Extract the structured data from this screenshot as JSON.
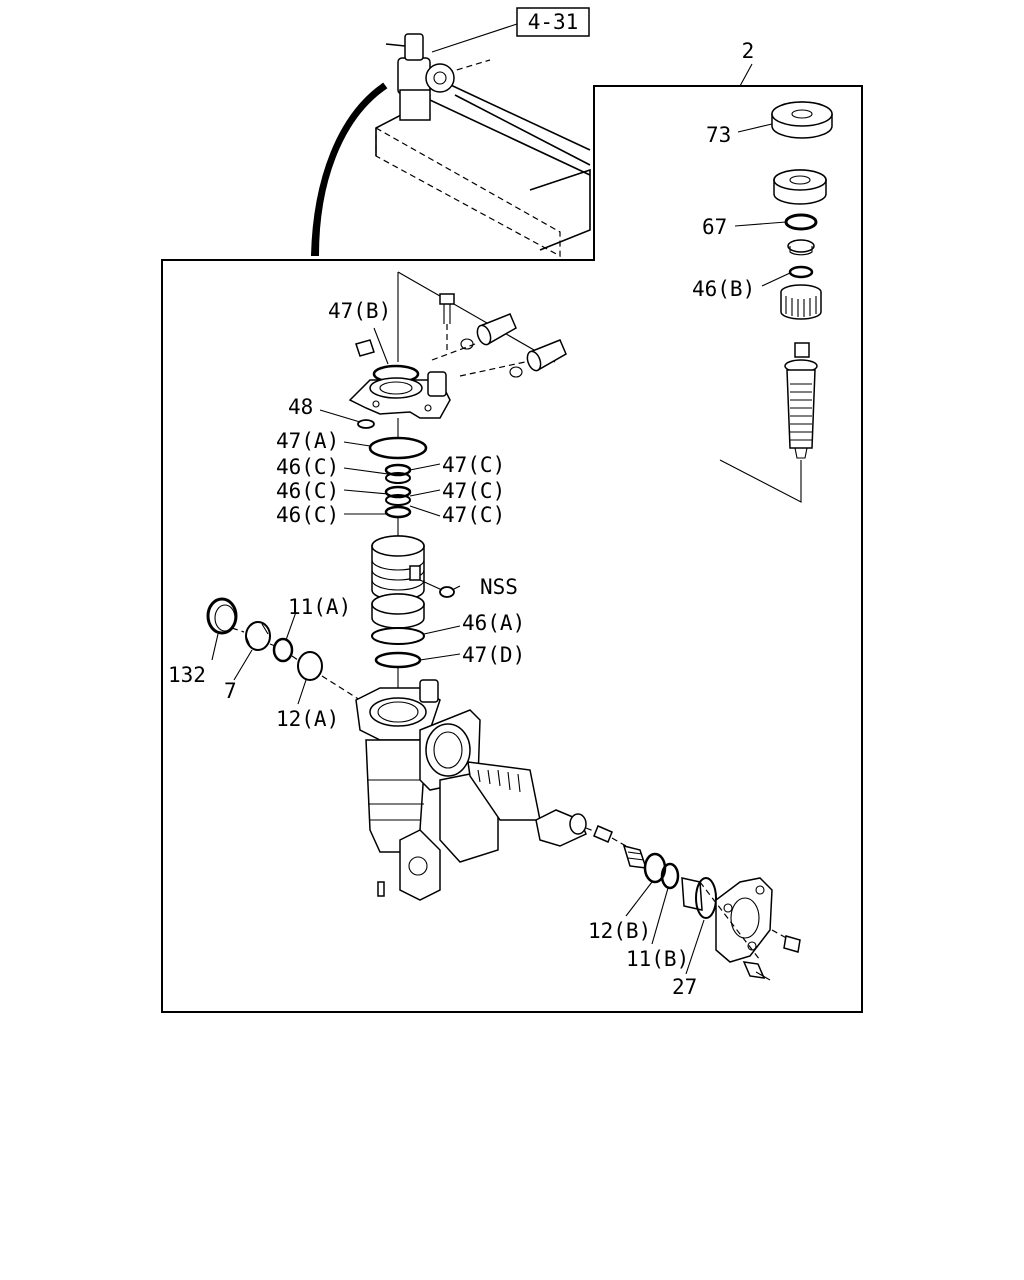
{
  "ref": "4-31",
  "box_label": "2",
  "callouts": {
    "c73": "73",
    "c67": "67",
    "c46b": "46(B)",
    "c47b": "47(B)",
    "c48": "48",
    "c47a": "47(A)",
    "c46c_1": "46(C)",
    "c46c_2": "46(C)",
    "c46c_3": "46(C)",
    "c47c_1": "47(C)",
    "c47c_2": "47(C)",
    "c47c_3": "47(C)",
    "nss": "NSS",
    "c11a": "11(A)",
    "c46a": "46(A)",
    "c47d": "47(D)",
    "c132": "132",
    "c7": "7",
    "c12a": "12(A)",
    "c12b": "12(B)",
    "c11b": "11(B)",
    "c27": "27"
  }
}
